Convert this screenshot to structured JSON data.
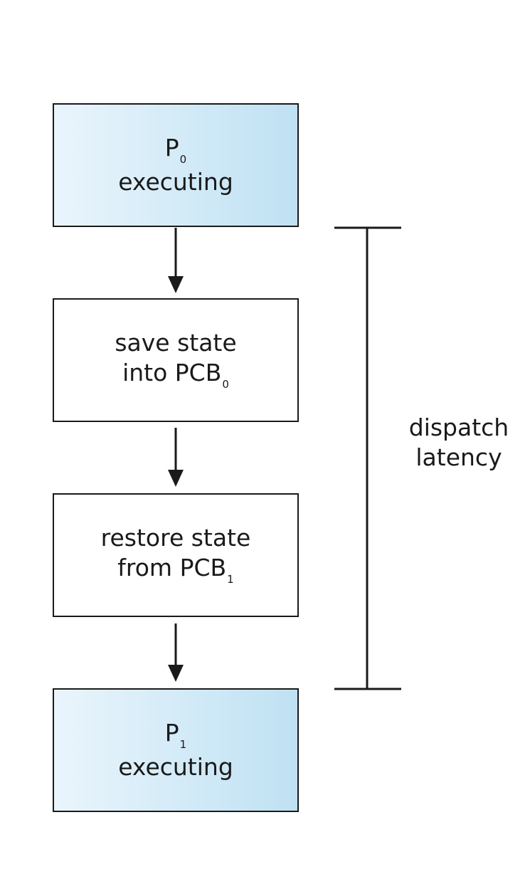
{
  "boxes": {
    "p0": {
      "main": "P",
      "sub": "0",
      "line2": "executing"
    },
    "save": {
      "line1": "save state",
      "line2_main": "into PCB",
      "line2_sub": "0"
    },
    "restore": {
      "line1": "restore state",
      "line2_main": "from PCB",
      "line2_sub": "1"
    },
    "p1": {
      "main": "P",
      "sub": "1",
      "line2": "executing"
    }
  },
  "latency": {
    "line1": "dispatch",
    "line2": "latency"
  },
  "colors": {
    "stroke": "#1a1a1a",
    "gradient_light": "#eaf5fc",
    "gradient_dark": "#bfe1f3"
  }
}
